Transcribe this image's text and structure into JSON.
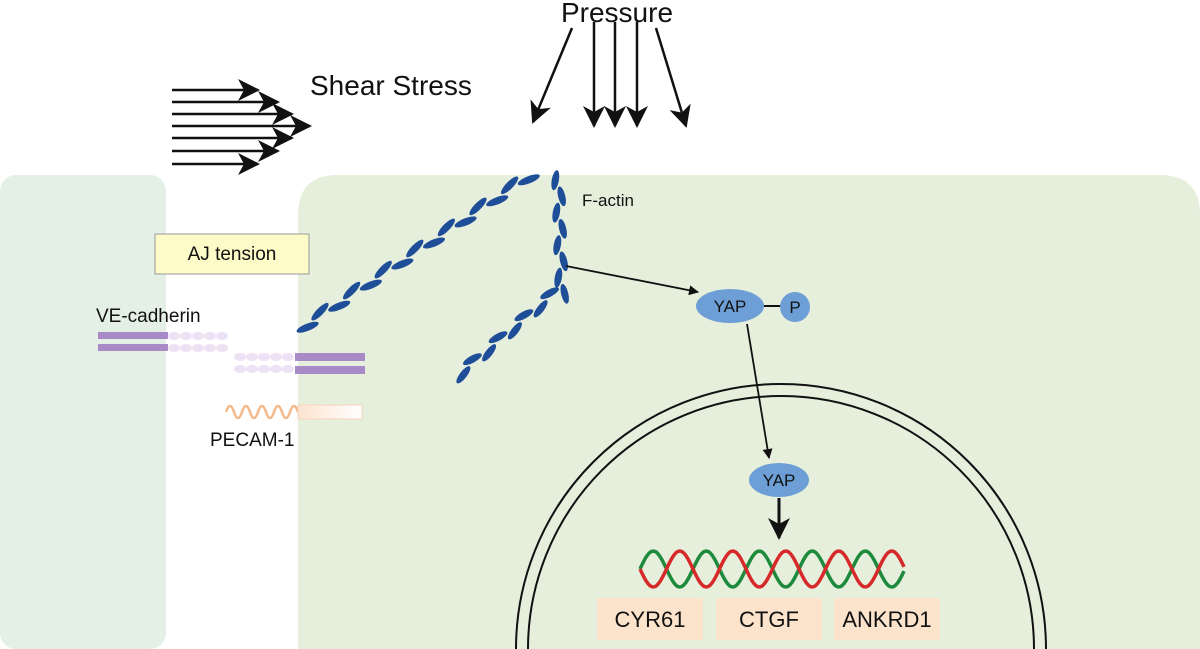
{
  "labels": {
    "pressure": "Pressure",
    "shear_stress": "Shear Stress",
    "f_actin": "F-actin",
    "aj_tension": "AJ tension",
    "ve_cadherin": "VE-cadherin",
    "pecam1": "PECAM-1",
    "yap_cytoplasm": "YAP",
    "phospho": "P",
    "yap_nucleus": "YAP"
  },
  "genes": [
    "CYR61",
    "CTGF",
    "ANKRD1"
  ],
  "colors": {
    "cell_fill": "#e6eedc",
    "left_cell_fill": "#e4f0e6",
    "actin": "#1f4e99",
    "yap": "#6d9fd6",
    "aj_box": "#fdfbc8",
    "gene_box": "#fbe3cc",
    "cadherin": "#b89cd0",
    "pecam": "#f4b98a",
    "dna_red": "#d62a2a",
    "dna_green": "#1d8a3c"
  }
}
